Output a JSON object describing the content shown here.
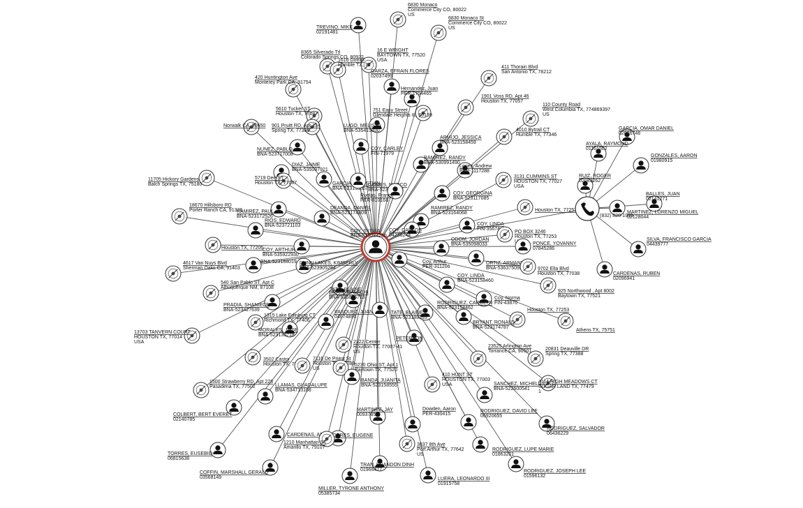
{
  "graph": {
    "center": {
      "label": "COY, SYLVIA",
      "sub": "BNA-535084260",
      "color": "#c0392b"
    },
    "phone_hub": {
      "label": "(832) 820-1939"
    },
    "nodes": [
      {
        "type": "address",
        "l1": "6830 Monaco",
        "l2": "Commerce City CO, 80022",
        "l3": "US"
      },
      {
        "type": "address",
        "l1": "6830 Monaco St",
        "l2": "Commerce City CO, 80022",
        "l3": "US"
      },
      {
        "type": "person",
        "l1": "TREVINO, MIKE",
        "l2": "02191481"
      },
      {
        "type": "address",
        "l1": "16 E WRIGHT",
        "l2": "BAYTOWN TX, 77520",
        "l3": "USA"
      },
      {
        "type": "address",
        "l1": "8365 Silverado Trl",
        "l2": "Colorado Springs CO, 80922"
      },
      {
        "type": "address",
        "l1": "1616 Dotrail",
        "l2": "Humble TX, 77"
      },
      {
        "type": "person",
        "l1": "GARZA, EFRAIN FLORES",
        "l2": "02037499"
      },
      {
        "type": "address",
        "l1": "411 Thorain Blvd",
        "l2": "San Antonio TX, 78212"
      },
      {
        "type": "address",
        "l1": "420 Huntington Ave",
        "l2": "Monterey Park CA, 91754"
      },
      {
        "type": "person",
        "l1": "Hernandez, Juan",
        "l2": "PER-1754465"
      },
      {
        "type": "address",
        "l1": "1901 Voss RD, Apt 46",
        "l2": "Houston TX, 77057"
      },
      {
        "type": "address",
        "l1": "5610 Tucker ST",
        "l2": "Houston TX, 77087"
      },
      {
        "type": "address",
        "l1": "751 Easy Street",
        "l2": "Glendale Heights IL, 60139",
        "l3": "US"
      },
      {
        "type": "address",
        "l1": "110 County Road",
        "l2": "West Columbia TX, 774869397",
        "l3": "US"
      },
      {
        "type": "address",
        "l1": "Norwalk CA, 90650",
        "l2": ""
      },
      {
        "type": "address",
        "l1": "901 Pruitt RD, Apt 134",
        "l2": "Spring TX, 77380"
      },
      {
        "type": "person",
        "l1": "LUGO, MELISSA",
        "l2": "BNA-535419930"
      },
      {
        "type": "address",
        "l1": "4010 Bytrail CT",
        "l2": "Humble TX, 77346"
      },
      {
        "type": "person",
        "l1": "GARCIA, OMAR DANIEL",
        "l2": "02076748"
      },
      {
        "type": "person",
        "l1": "ARMIJO, JESSICA",
        "l2": "BNA-523158459"
      },
      {
        "type": "person",
        "l1": "AYALA, RAYMOND",
        "l2": "01161502"
      },
      {
        "type": "person",
        "l1": "COY, CARLEY",
        "l2": "FIN-71979"
      },
      {
        "type": "person",
        "l1": "NUNEZ, PABLO",
        "l2": "BNA-523717008"
      },
      {
        "type": "person",
        "l1": "RAMIREZ, RANDY",
        "l2": "BNA-530991490"
      },
      {
        "type": "person",
        "l1": "GONZALES, AARON",
        "l2": "01980915"
      },
      {
        "type": "person",
        "l1": "DIAZ, JAIME",
        "l2": "BNA-535097921"
      },
      {
        "type": "person",
        "l1": "Lopez, Andrew",
        "l2": "PER-1117288"
      },
      {
        "type": "address",
        "l1": "5719 Dee ST",
        "l2": "Houston TX, 77087"
      },
      {
        "type": "address",
        "l1": "3131 CUMMINS ST",
        "l2": "HOUSTON TX, 77027",
        "l3": "USA"
      },
      {
        "type": "person",
        "l1": "RUIZ, ROGER",
        "l2": "02083262"
      },
      {
        "type": "address",
        "l1": "11705 Hickory Gardens",
        "l2": "Balch Springs TX, 75180"
      },
      {
        "type": "person",
        "l1": "GARCIA, CHRISTIAN",
        "l2": "BNA-523158557"
      },
      {
        "type": "person",
        "l1": "GOMES, MARCO",
        "l2": "BNA-523158501"
      },
      {
        "type": "person",
        "l1": "Ruelas, Franco",
        "l2": "PER-810168"
      },
      {
        "type": "person",
        "l1": "COY, GEORGINA",
        "l2": "BNA-523117085"
      },
      {
        "type": "person",
        "l1": "BALLES, JUAN",
        "l2": "02141271"
      },
      {
        "type": "address",
        "l1": "18670 Hillsboro RD",
        "l2": "Porter Ranch CA, 91326"
      },
      {
        "type": "person",
        "l1": "DEANDA, DANIEL",
        "l2": "BNA-523174809"
      },
      {
        "type": "person",
        "l1": "RAMIREZ, RANDY",
        "l2": "BNA-523164068"
      },
      {
        "type": "address",
        "l1": "Houston TX, 77253",
        "l2": ""
      },
      {
        "type": "person",
        "l1": "MARTINEZ, LORENZO MIGUEL",
        "l2": "02128044"
      },
      {
        "type": "person",
        "l1": "RAMIREZ, PAUL",
        "l2": "BNA-523172526"
      },
      {
        "type": "person",
        "l1": "RIOS, EDWARD",
        "l2": "BNA-523721103"
      },
      {
        "type": "person",
        "l1": "COY, LINDA",
        "l2": "FIN-35674"
      },
      {
        "type": "person",
        "l1": "COY, CARLOS",
        "l2": "04236244"
      },
      {
        "type": "address",
        "l1": "PO BOX 3246",
        "l2": "Houston TX, 77253",
        "l3": "US"
      },
      {
        "type": "person",
        "l1": "ODOM, JORDAN",
        "l2": "BNA-535098033"
      },
      {
        "type": "person",
        "l1": "PONCE, YOVANNY",
        "l2": "07845286"
      },
      {
        "type": "person",
        "l1": "SILVA, FRANCISCO GARCIA",
        "l2": "04439777"
      },
      {
        "type": "address",
        "l1": "Houston TX, 77206",
        "l2": ""
      },
      {
        "type": "person",
        "l1": "COY, ARTHUR",
        "l2": "BNA-535922930"
      },
      {
        "type": "person",
        "l1": "ORTIZ, ARMANDO",
        "l2": "BNA-536375095"
      },
      {
        "type": "person",
        "l1": "",
        "l2": "BNA-523188019"
      },
      {
        "type": "person",
        "l1": "Coy, Arthur",
        "l2": "PER-311206"
      },
      {
        "type": "address",
        "l1": "9702 Ella Blvd",
        "l2": "Houston TX, 77038"
      },
      {
        "type": "address",
        "l1": "4617 Van Nuys Blvd",
        "l2": "Sherman Oaks CA, 91403"
      },
      {
        "type": "person",
        "l1": "DUNN LAKES, KIMBERLY",
        "l2": "BNA-523905284"
      },
      {
        "type": "person",
        "l1": "CARDENAS, RUBEN",
        "l2": "02096941"
      },
      {
        "type": "person",
        "l1": "COY, LINDA",
        "l2": "BNA-523158460"
      },
      {
        "type": "address",
        "l1": "540 San Pablo ST, Apt C",
        "l2": "Albuquerque NM, 87108"
      },
      {
        "type": "address",
        "l1": "925 Northwood , Apt 8002",
        "l2": "Baytown TX, 77521"
      },
      {
        "type": "person",
        "l1": "TATE, BLAINE",
        "l2": ""
      },
      {
        "type": "person",
        "l1": "DRAIN, MALACHI",
        "l2": "BNA-535876718"
      },
      {
        "type": "person",
        "l1": "Coy, Norma",
        "l2": "FIN-43870"
      },
      {
        "type": "person",
        "l1": "RODRIGUEZ, CAROLYN",
        "l2": "BNA-523158462"
      },
      {
        "type": "person",
        "l1": "PRADIA, SHANIECE",
        "l2": "BNA-523427639"
      },
      {
        "type": "address",
        "l1": "1315 Lake Edinburg CT",
        "l2": "Richmond TX, 77406"
      },
      {
        "type": "person",
        "l1": "VASQUEZ, JUAN",
        "l2": "04674896"
      },
      {
        "type": "person",
        "l1": "TATE, BLAINE",
        "l2": "BNA-523188393"
      },
      {
        "type": "address",
        "l1": "Houston TX, 77253",
        "l2": ""
      },
      {
        "type": "person",
        "l1": "MORALES, JOSE",
        "l2": "BNA-523135718"
      },
      {
        "type": "person",
        "l1": "BRYANT, RONALD",
        "l2": "BNA-523174787"
      },
      {
        "type": "address",
        "l1": "Athens TX, 75751",
        "l2": ""
      },
      {
        "type": "address",
        "l1": "13703 TANVERN COURT",
        "l2": "HOUSTON TX, 77014",
        "l3": "USA"
      },
      {
        "type": "person",
        "l1": "PETERSON",
        "l2": ""
      },
      {
        "type": "address",
        "l1": "2122 Center",
        "l2": "Houston TX, 77007-41",
        "l3": "US"
      },
      {
        "type": "address",
        "l1": "23525 Arlington Ave",
        "l2": "Torrance CA, 90501"
      },
      {
        "type": "address",
        "l1": "20831 Deauville DR",
        "l2": "Spring TX, 77388"
      },
      {
        "type": "address",
        "l1": "3502 Castor",
        "l2": "Houston TX, 77022"
      },
      {
        "type": "address",
        "l1": "7116 De Priest St",
        "l2": "Houston TX, 77088",
        "l3": "US"
      },
      {
        "type": "address",
        "l1": "5230 Ohio ST, Apt 1",
        "l2": "Baytown TX, 77520"
      },
      {
        "type": "person",
        "l1": "BANDA, JUANITA",
        "l2": "BNA-523158555"
      },
      {
        "type": "address",
        "l1": "410 HUNT ST",
        "l2": "HOUSTON TX, 77003",
        "l3": "USA"
      },
      {
        "type": "address",
        "l1": "1500 Strawberry RD, Apt 228",
        "l2": "Pasadena TX, 77502"
      },
      {
        "type": "person",
        "l1": "LLAMAS, GUADALUPE",
        "l2": "BNA-534713168"
      },
      {
        "type": "person",
        "l1": "SANCHEZ, MICHELLE",
        "l2": "BNA-522600541"
      },
      {
        "type": "address",
        "l1": "4114 HIGH MEADOWS CT",
        "l2": "SUGAR LAND TX, 77479",
        "l3": "1"
      },
      {
        "type": "person",
        "l1": "COLBERT, BERT EVERET",
        "l2": "02140785"
      },
      {
        "type": "person",
        "l1": "MARTINEZ, JAY",
        "l2": "00937852"
      },
      {
        "type": "person",
        "l1": "Dowden, Aaron",
        "l2": "PER-430415"
      },
      {
        "type": "person",
        "l1": "RODRIGUEZ, DAVID LEE",
        "l2": "06920655"
      },
      {
        "type": "person",
        "l1": "RODRIGUEZ, SALVADOR",
        "l2": "06436229"
      },
      {
        "type": "person",
        "l1": "CARDENAS, ARTURO",
        "l2": ""
      },
      {
        "type": "person",
        "l1": "TORRES, EUGENE",
        "l2": ""
      },
      {
        "type": "address",
        "l1": "1210 Manhattan ST",
        "l2": "Amarillo TX, 79107"
      },
      {
        "type": "address",
        "l1": "3837 8th Ave",
        "l2": "Port Arthur TX, 77642",
        "l3": "US"
      },
      {
        "type": "person",
        "l1": "TORRES, EUSEBIO",
        "l2": "06815638"
      },
      {
        "type": "person",
        "l1": "RODRIGUEZ, LUPE MARIE",
        "l2": "01863201"
      },
      {
        "type": "person",
        "l1": "TRAN, BRANDON DINH",
        "l2": "01966477"
      },
      {
        "type": "person",
        "l1": "COFFIN, MARSHALL GERALD",
        "l2": "03568149"
      },
      {
        "type": "person",
        "l1": "RODRIGUEZ, JOSEPH LEE",
        "l2": "01596132"
      },
      {
        "type": "person",
        "l1": "LUERA, LEONARDO III",
        "l2": "01915758"
      },
      {
        "type": "person",
        "l1": "MILLER, TYRONE ANTHONY",
        "l2": "05385734"
      }
    ]
  }
}
